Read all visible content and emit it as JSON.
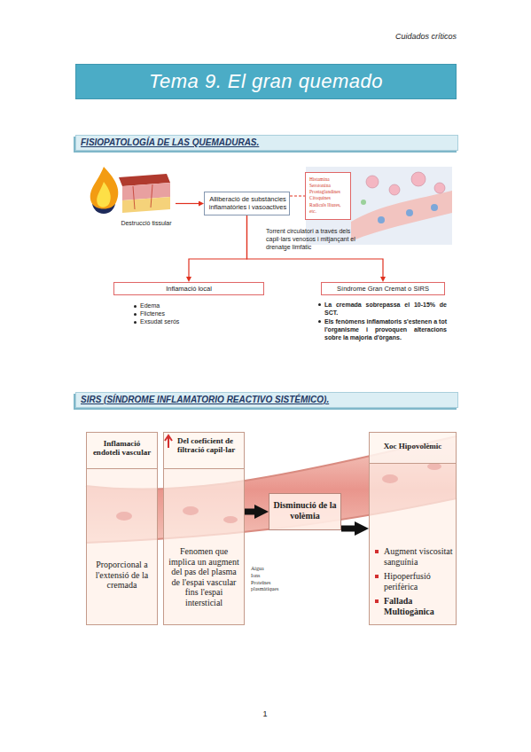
{
  "diagram": {
    "title": "Tema 9. El gran quemado",
    "nodes": [
      {
        "text": [
          "FISIOPATOLOGÍA DE LAS QUEMADURAS."
        ]
      },
      {
        "text": [
          "Destrucció tissular"
        ]
      },
      {
        "text": [
          "Alliberació de substàncies inflamatòries i vasoactives"
        ]
      },
      {
        "text": [
          "Histamina Serotonina Prostaglandines Citoquines Radicals lliures, etc."
        ]
      },
      {
        "text": [
          "Inflamació local"
        ]
      },
      {
        "text": [
          "Síndrome Gran Cremat o SIRS"
        ]
      },
      {
        "text": [
          "SIRS (SÍNDROME INFLAMATORIO REACTIVO SISTÉMICO)."
        ]
      },
      {
        "text": [
          "Inflamació endoteli vascular",
          "Proporcional a l'extensió de la cremada"
        ]
      },
      {
        "text": [
          "Del coeficient de filtració capil·lar",
          "Fenomen que implica un augment del pas del plasma de l'espai vascular fins l'espai intersticial"
        ]
      },
      {
        "text": [
          "Disminució de la volèmia"
        ]
      },
      {
        "text": [
          "Xoc Hipovolèmic",
          "Augment viscositat sanguínia",
          "Hipoperfusió perifèrica",
          "Fallada Multiogànica"
        ]
      }
    ],
    "edges": [
      {
        "from": 1,
        "to": 2,
        "arrow": "to"
      },
      {
        "from": 2,
        "to": 3,
        "arrow": "none"
      },
      {
        "from": 2,
        "to": 4,
        "arrow": "to"
      },
      {
        "from": 2,
        "to": 5,
        "arrow": "to"
      },
      {
        "from": 8,
        "to": 9,
        "arrow": "to"
      },
      {
        "from": 9,
        "to": 10,
        "arrow": "to"
      }
    ],
    "labels": [
      "Cuidados críticos",
      "Torrent circulatori a través dels capil·lars venosos i mitjançant el drenatge limfàtic",
      "Edema",
      "Flictenes",
      "Exsudat serós",
      "La cremada sobrepassa el 10-15% de SCT.",
      "Els fenòmens inflamatoris s'estenen a tot l'organisme i provoquen alteracions sobre la majoria d'òrgans.",
      "Aigua",
      "Ions",
      "Proteïnes plasmàtiques",
      "1"
    ]
  }
}
